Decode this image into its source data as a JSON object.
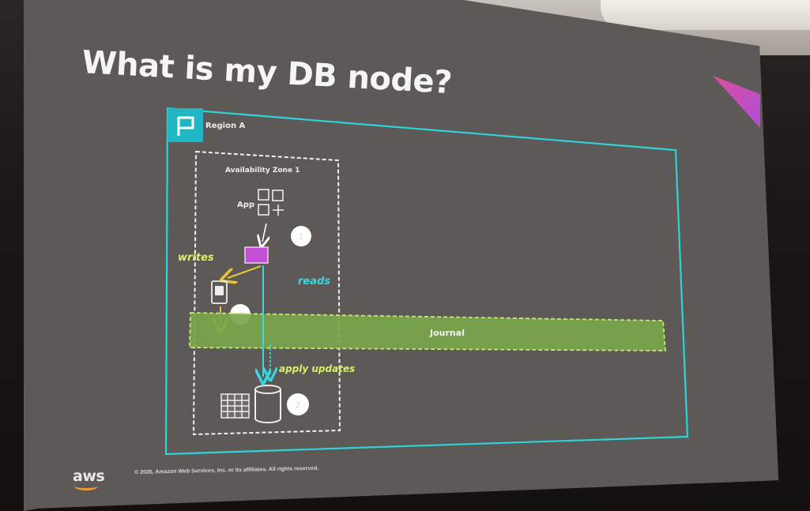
{
  "slide": {
    "title": "What is my DB node?",
    "copyright": "© 2026, Amazon Web Services, Inc. or its affiliates. All rights reserved.",
    "logo": "aws"
  },
  "diagram": {
    "region_label": "Region A",
    "az_label": "Availability Zone 1",
    "app_label": "App",
    "journal_label": "Journal",
    "writes_label": "writes",
    "reads_label": "reads",
    "apply_label": "apply updates",
    "step_1": "1",
    "step_2": "2",
    "step_3": "3"
  },
  "icons": {
    "region": "flag-icon",
    "app": "app-grid-icon",
    "client": "client-box-icon",
    "writer": "log-writer-icon",
    "table": "table-icon",
    "database": "database-cylinder-icon"
  },
  "colors": {
    "region_border": "#2fd2d8",
    "az_border": "#e9f3f3",
    "journal_fill": "#7aa64b",
    "journal_border": "#c7e86a",
    "writes": "#d6f06a",
    "reads": "#39d6e0",
    "client_box": "#c44fd6"
  }
}
